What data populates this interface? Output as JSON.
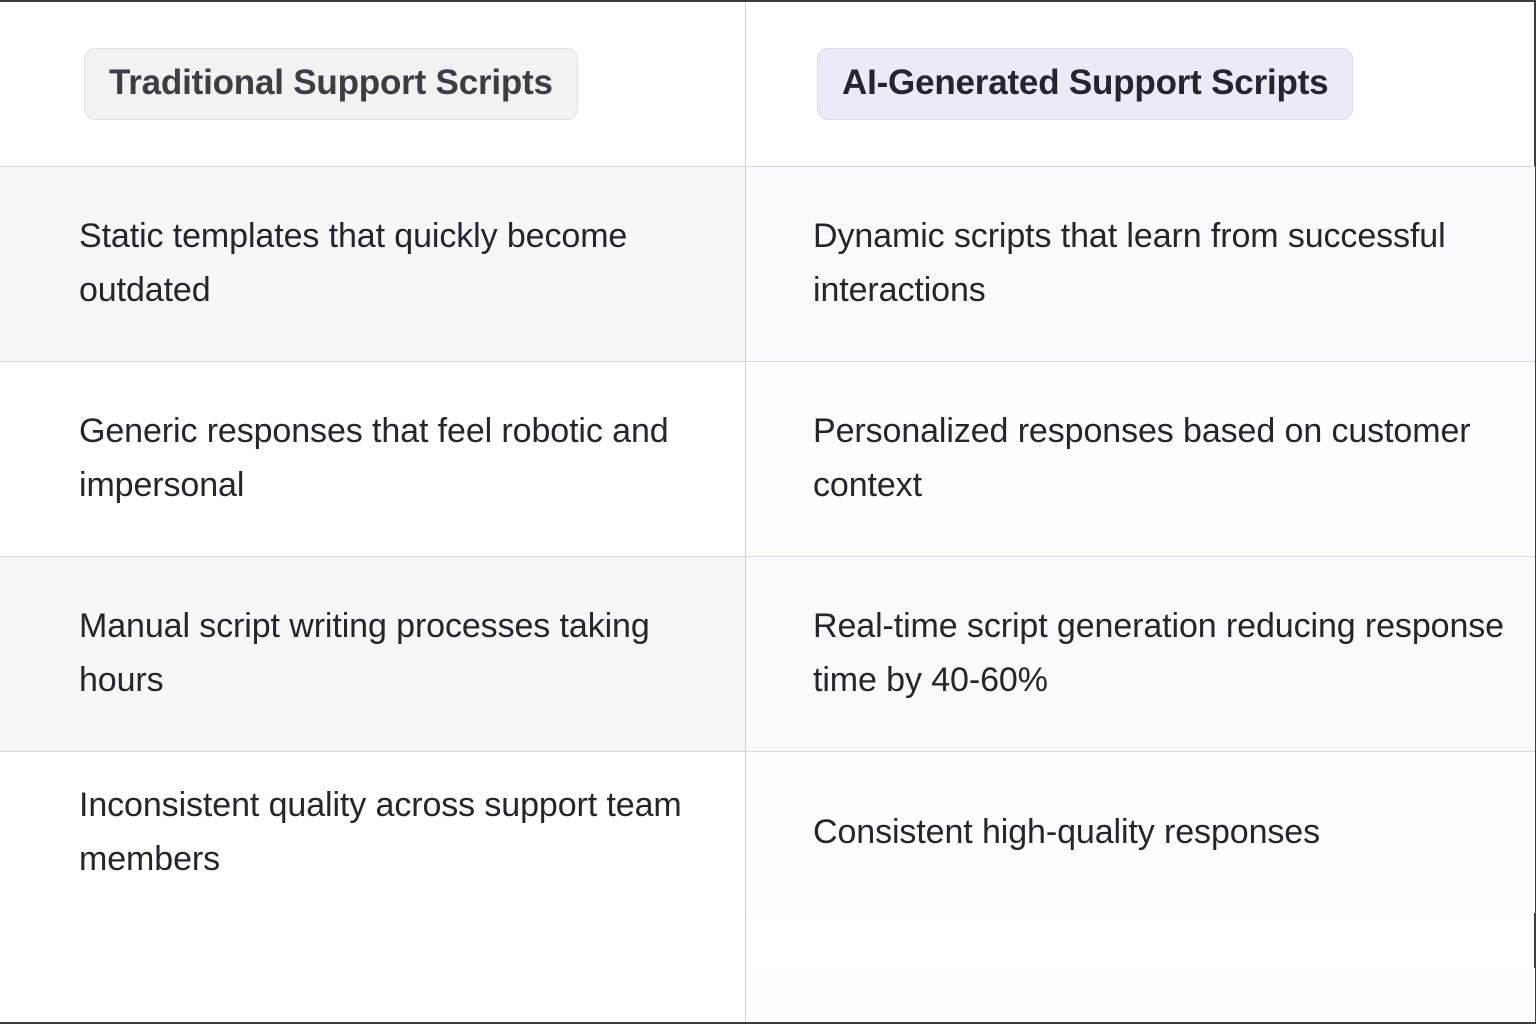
{
  "table": {
    "columns": [
      {
        "id": "traditional",
        "header": "Traditional Support Scripts",
        "badge_style": "neutral"
      },
      {
        "id": "ai",
        "header": "AI-Generated Support Scripts",
        "badge_style": "accent"
      }
    ],
    "rows": [
      {
        "shaded": true,
        "left": "Static templates that quickly become outdated",
        "right": "Dynamic scripts that learn from successful interactions"
      },
      {
        "shaded": false,
        "left": "Generic responses that feel robotic and impersonal",
        "right": "Personalized responses based on customer context"
      },
      {
        "shaded": true,
        "left": "Manual script writing processes taking hours",
        "right": "Real-time script generation reducing response time by 40-60%"
      },
      {
        "shaded": false,
        "left": "Inconsistent quality across support team members",
        "right": "Consistent high-quality responses"
      }
    ]
  },
  "colors": {
    "accent_badge_bg": "#eceaf7",
    "accent_badge_border": "#dedaf0",
    "neutral_badge_bg": "#f2f2f3",
    "neutral_badge_border": "#e2e2e4",
    "text_primary": "#25252b",
    "rule": "#d8d8dc",
    "outer_border": "#3c3c43"
  }
}
